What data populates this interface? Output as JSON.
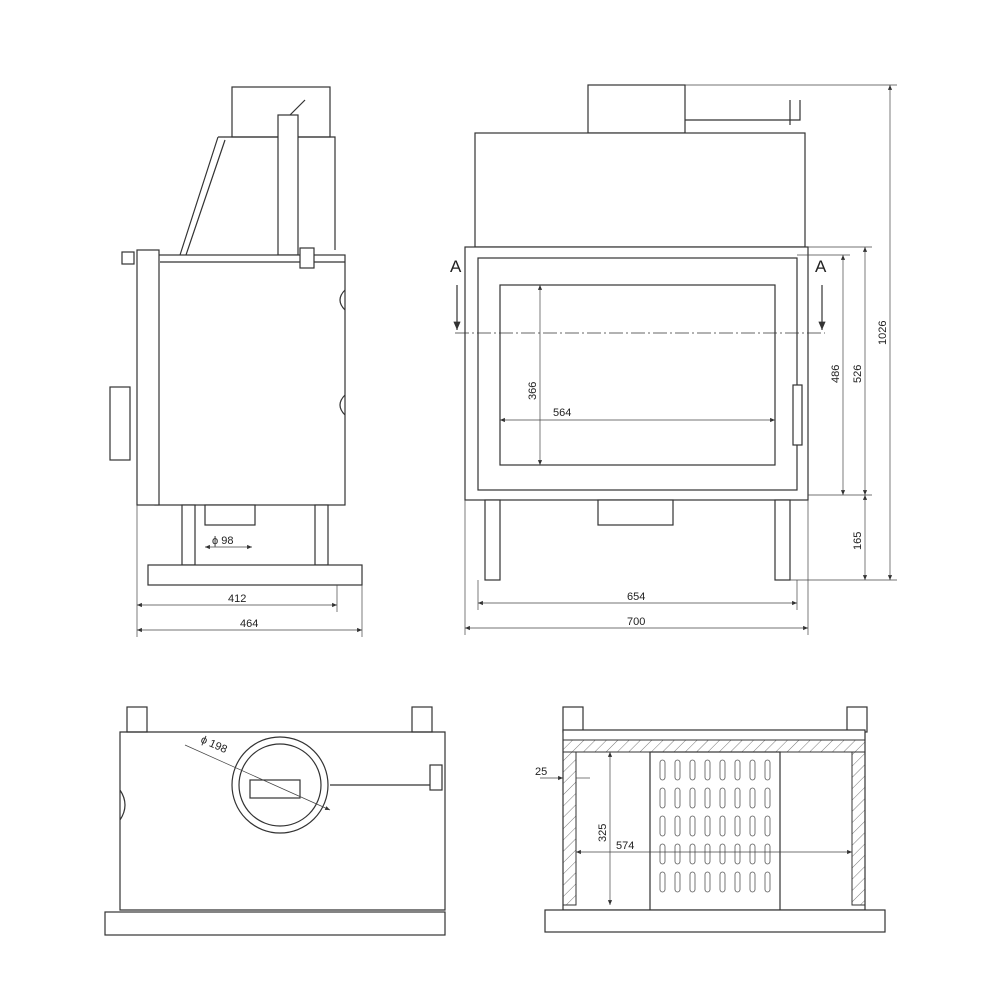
{
  "side_view": {
    "width_412": "412",
    "width_464": "464",
    "flue_diameter": "ϕ 98"
  },
  "front_view": {
    "width_654": "654",
    "width_700": "700",
    "height_1026": "1026",
    "height_526": "526",
    "height_486": "486",
    "height_165": "165",
    "glass_height": "366",
    "glass_width": "564",
    "section_left": "A",
    "section_right": "A"
  },
  "top_view": {
    "flue_diameter": "ϕ 198"
  },
  "section_view": {
    "wall_25": "25",
    "height_325": "325",
    "width_574": "574"
  }
}
